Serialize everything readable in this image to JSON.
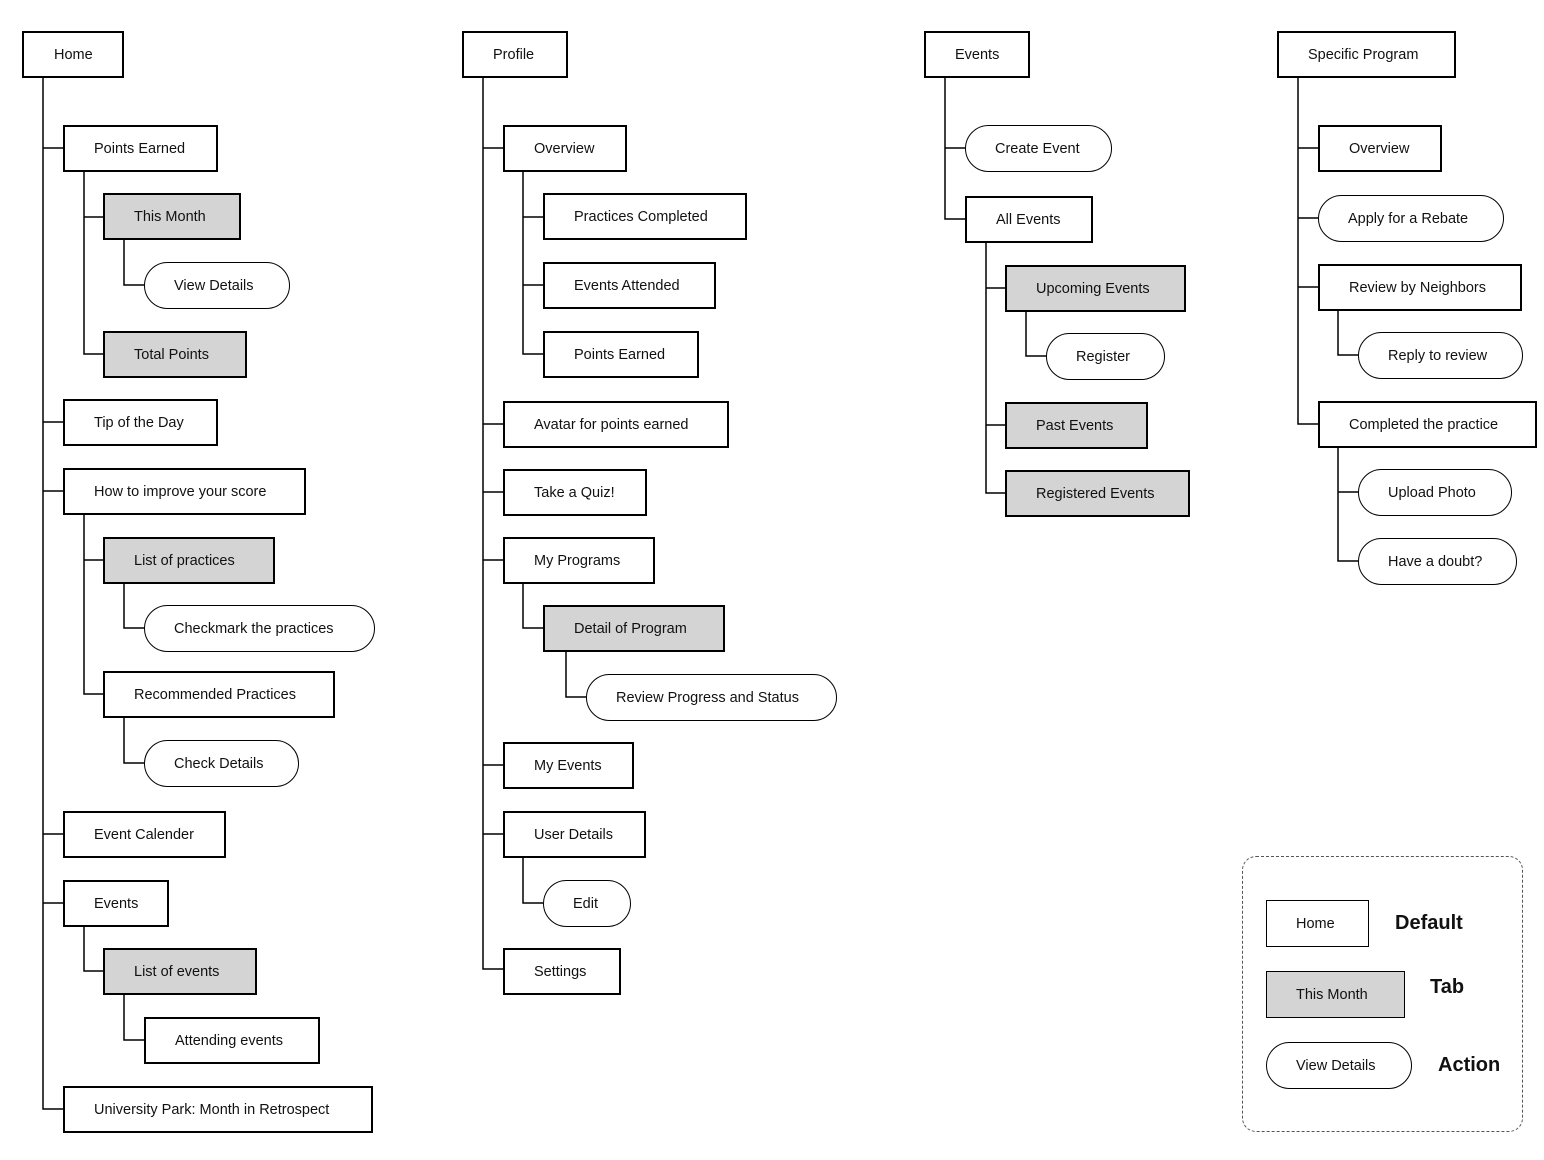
{
  "columns": {
    "home": {
      "root": "Home",
      "points_earned": "Points Earned",
      "this_month": "This Month",
      "view_details": "View Details",
      "total_points": "Total Points",
      "tip_of_day": "Tip of the Day",
      "improve_score": "How to improve your score",
      "list_of_practices": "List of practices",
      "checkmark_practices": "Checkmark the practices",
      "recommended_practices": "Recommended Practices",
      "check_details": "Check Details",
      "event_calender": "Event Calender",
      "events": "Events",
      "list_of_events": "List of events",
      "attending_events": "Attending events",
      "retrospect": "University Park: Month in Retrospect"
    },
    "profile": {
      "root": "Profile",
      "overview": "Overview",
      "practices_completed": "Practices Completed",
      "events_attended": "Events Attended",
      "points_earned": "Points Earned",
      "avatar": "Avatar for points earned",
      "quiz": "Take a Quiz!",
      "my_programs": "My Programs",
      "detail_of_program": "Detail of Program",
      "review_progress": "Review Progress and Status",
      "my_events": "My Events",
      "user_details": "User Details",
      "edit": "Edit",
      "settings": "Settings"
    },
    "events": {
      "root": "Events",
      "create_event": "Create Event",
      "all_events": "All Events",
      "upcoming_events": "Upcoming Events",
      "register": "Register",
      "past_events": "Past Events",
      "registered_events": "Registered Events"
    },
    "program": {
      "root": "Specific Program",
      "overview": "Overview",
      "rebate": "Apply for a Rebate",
      "review_neighbors": "Review by Neighbors",
      "reply_review": "Reply to review",
      "completed_practice": "Completed the practice",
      "upload_photo": "Upload Photo",
      "have_doubt": "Have a doubt?"
    }
  },
  "legend": {
    "default_sample": "Home",
    "default_label": "Default",
    "tab_sample": "This Month",
    "tab_label": "Tab",
    "action_sample": "View Details",
    "action_label": "Action"
  },
  "colors": {
    "default_fill": "#ffffff",
    "tab_fill": "#d4d4d4",
    "border": "#000000"
  }
}
